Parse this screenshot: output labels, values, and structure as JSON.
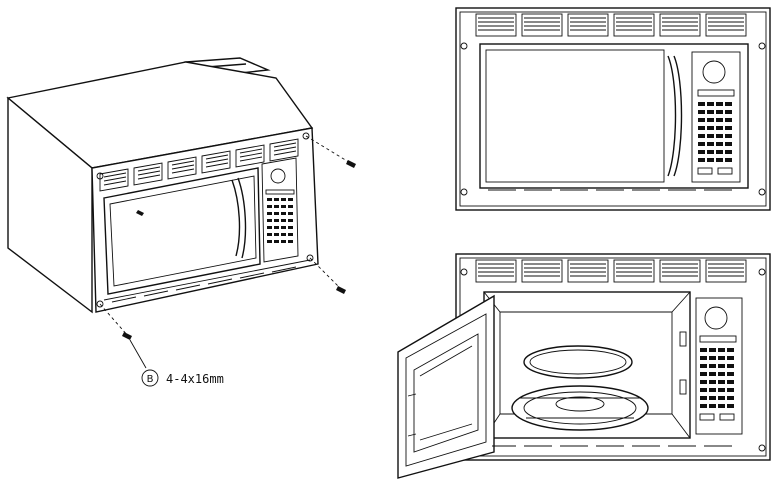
{
  "callout": {
    "letter": "B",
    "spec": "4-4x16mm"
  },
  "figures": [
    "oven-in-trim-kit-exploded",
    "oven-installed-door-closed",
    "oven-installed-door-open"
  ],
  "icons": [
    "screw-icon",
    "keypad-icon",
    "turntable-icon",
    "door-handle-icon"
  ]
}
